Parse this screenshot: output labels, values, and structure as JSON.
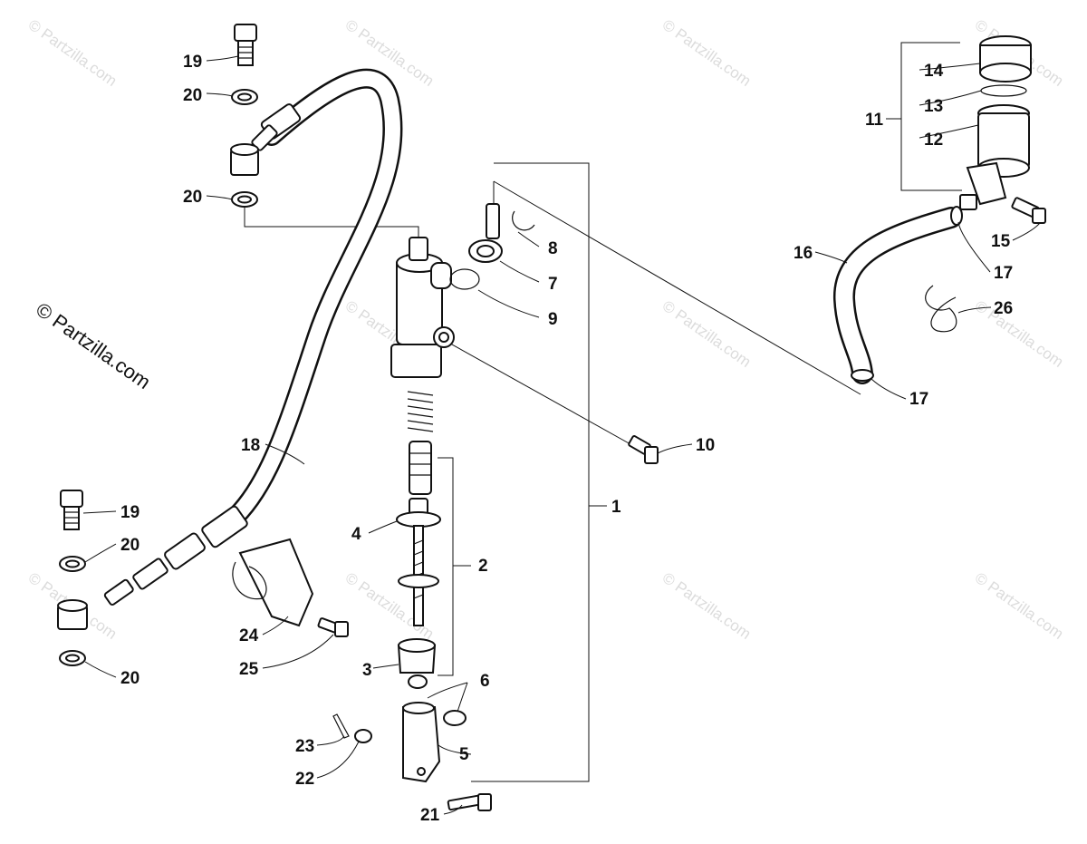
{
  "watermark": "© Partzilla.com",
  "brand_text": "© Partzilla.com",
  "callouts": {
    "c1": "1",
    "c2": "2",
    "c3": "3",
    "c4": "4",
    "c5": "5",
    "c6": "6",
    "c7": "7",
    "c8": "8",
    "c9": "9",
    "c10": "10",
    "c11": "11",
    "c12": "12",
    "c13": "13",
    "c14": "14",
    "c15": "15",
    "c16": "16",
    "c17a": "17",
    "c17b": "17",
    "c18": "18",
    "c19a": "19",
    "c19b": "19",
    "c20a": "20",
    "c20b": "20",
    "c20c": "20",
    "c20d": "20",
    "c21": "21",
    "c22": "22",
    "c23": "23",
    "c24": "24",
    "c25": "25",
    "c26": "26"
  }
}
